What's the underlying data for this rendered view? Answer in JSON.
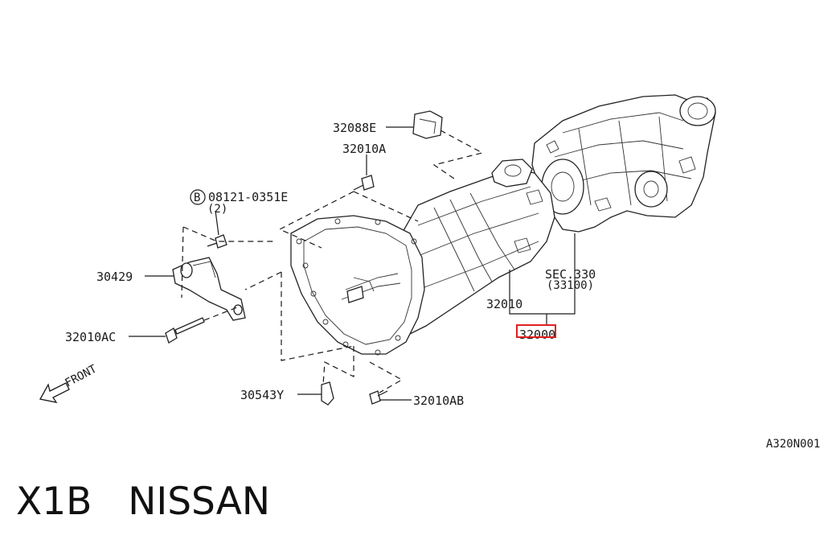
{
  "diagram": {
    "callouts": {
      "p32088E": "32088E",
      "p32010A": "32010A",
      "p08121": "08121-0351E",
      "p08121_badge": "B",
      "p08121_qty": "(2)",
      "p30429": "30429",
      "p32010AC": "32010AC",
      "p30543Y": "30543Y",
      "p32010AB": "32010AB",
      "p32010": "32010",
      "p32000": "32000",
      "sec_ref": "SEC.330",
      "sec_sub": "(33100)",
      "front": "FRONT",
      "drawing_code": "A320N001"
    },
    "highlight": {
      "target": "32000",
      "color": "#e02020"
    }
  },
  "footer": {
    "model": "X1B",
    "brand": "NISSAN"
  }
}
